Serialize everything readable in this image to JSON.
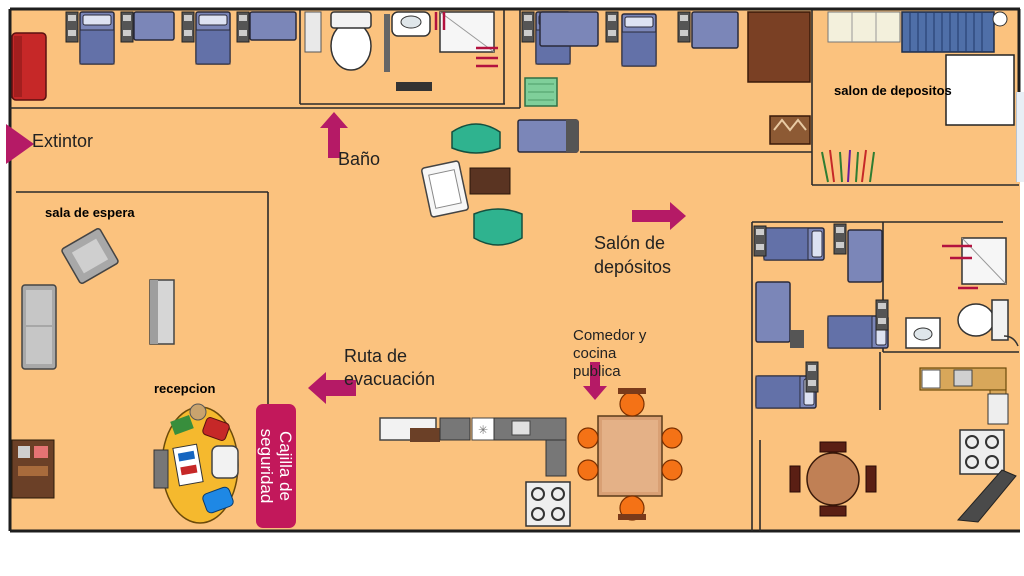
{
  "labels": {
    "extintor": "Extintor",
    "bano": "Baño",
    "salon_depositos_header": "salon de depositos",
    "salon_depositos": "Salón de\ndepósitos",
    "sala_espera": "sala de espera",
    "ruta_evacuacion": "Ruta de\nevacuación",
    "comedor": "Comedor y\ncocina\npublica",
    "recepcion": "recepcion",
    "cajilla": "Cajilla de\nseguridad"
  },
  "colors": {
    "floor": "#fbc27e",
    "wall": "#1e1e1e",
    "arrow": "#b51a66",
    "bed": "#6f7cb0",
    "pill": "#c2185b"
  },
  "icons": [
    "extinguisher-marker-icon",
    "arrow-up-icon",
    "arrow-right-icon",
    "arrow-left-icon",
    "arrow-down-icon"
  ]
}
